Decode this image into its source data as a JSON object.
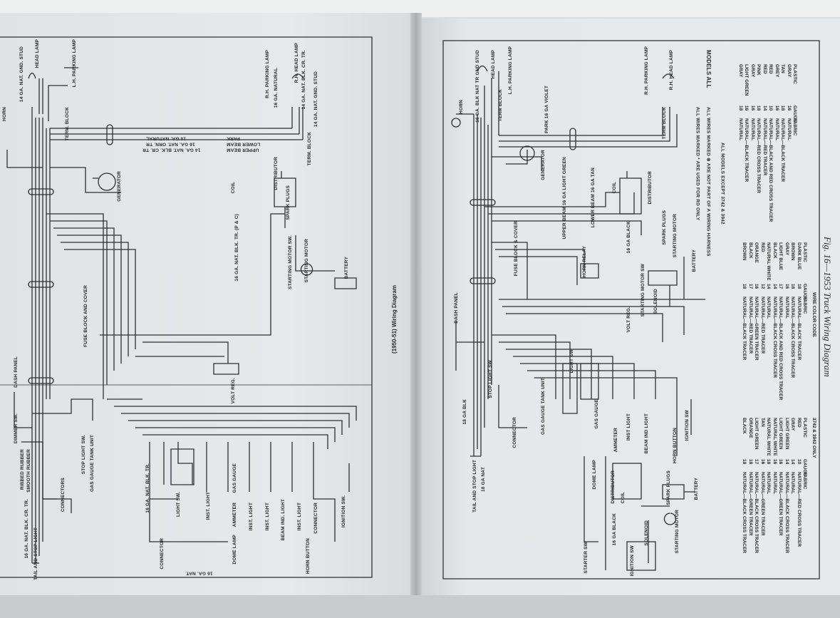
{
  "left_page": {
    "caption": "(1950-51) Wiring Diagram",
    "labels": [
      "HORN",
      "14 GA. NAT. GND. STUD",
      "HEAD LAMP",
      "L.H. PARKING LAMP",
      "TERM. BLOCK",
      "PARK",
      "14 GA. NATURAL",
      "LOWER BEAM",
      "16 GA. NAT. ORN. TR",
      "UPPER BEAM",
      "14 GA. NAT. BLK. CR. TR",
      "R.H. PARKING LAMP",
      "16 GA. NATURAL",
      "R.H. HEAD LAMP",
      "14 GA. NAT. BLK. CR. TR.",
      "14 GA. NAT. GND. STUD",
      "TERM. BLOCK",
      "GENERATOR",
      "DISTRIBUTOR",
      "COIL",
      "SPARK PLUGS",
      "16 GA. NAT. BLK. TR. (P & C)",
      "STARTING MOTOR SW.",
      "STARTING MOTOR",
      "BATTERY",
      "FUSE BLOCK AND COVER",
      "VOLT REG.",
      "DASH PANEL",
      "DIMMER SW.",
      "RIBBED RUBBER",
      "SMOOTH RUBBER",
      "CONNECTORS",
      "16 GA. NAT. BLK. CR. TR.",
      "TAIL AND STOP LIGHT",
      "STOP LIGHT SW.",
      "GAS GAUGE TANK UNIT",
      "16 GA. NAT. BLK. TR.",
      "LIGHT SW.",
      "INST. LIGHT",
      "GAS GAUGE",
      "AMMETER",
      "DOME LAMP",
      "INST. LIGHT",
      "INST. LIGHT",
      "BEAM IND. LIGHT",
      "INST. LIGHT",
      "CONNECTOR",
      "IGNITION SW.",
      "HORN BUTTON",
      "CONNECTOR",
      "16 GA. NAT."
    ]
  },
  "right_page": {
    "caption": "Fig. 16—1953 Truck Wiring Diagram",
    "labels": [
      "HORN",
      "16 GA. BLK NAT TR GND STUD",
      "HEAD LAMP",
      "L.H. PARKING LAMP",
      "TERM BLOCK",
      "PARK 16 GA VIOLET",
      "R.H. PARKING LAMP",
      "R.H. HEAD LAMP",
      "TERM BLOCK",
      "GENERATOR",
      "UPPER BEAM 16 GA LIGHT GREEN",
      "LOWER BEAM 16 GA TAN",
      "DISTRIBUTOR",
      "COIL",
      "SPARK PLUGS",
      "16 GA BLACK",
      "STARTING MOTOR",
      "BATTERY",
      "STARTING MOTOR SW",
      "SOLENOID",
      "FUSE BLOCK & COVER",
      "HORN RELAY",
      "VOLT REG.",
      "DASH PANEL",
      "TAIL AND STOP LIGHT",
      "18 GA NAT",
      "CONNECTOR",
      "STOP LIGHT SW",
      "GAS GAUGE TANK UNIT",
      "LIGHT SW",
      "GAS GAUGE",
      "AMMETER",
      "INST LIGHT",
      "DOME LAMP",
      "BEAM IND LIGHT",
      "HORN BUTTON",
      "IGNITION SW",
      "DISTRIBUTOR",
      "COIL",
      "SPARK PLUGS",
      "STARTING MOTOR",
      "BATTERY",
      "SOLENOID",
      "STARTER SW",
      "IGNITION SW",
      "16 GA BLACK",
      "18 GA BLK"
    ],
    "models": "MODELS ALL",
    "notes": [
      "ALL WIRES MARKED * ARE USED FOR RD ONLY",
      "ALL WIRES MARKED ⊗ ARE NOT PART OF A WIRING HARNESS",
      "ALL MODELS EXCEPT 3742 & 3942"
    ],
    "table_all_models": {
      "headers": [
        "PLASTIC",
        "GAUGE",
        "FABRIC"
      ],
      "rows": [
        [
          "GRAY",
          "16",
          "NATURAL"
        ],
        [
          "TAN",
          "18",
          "NATURAL—BLACK TRACER"
        ],
        [
          "GREY",
          "16",
          "NATURAL"
        ],
        [
          "RED",
          "10",
          "NATURAL—BLACK AND RED CROSS TRACER"
        ],
        [
          "RED",
          "14",
          "NATURAL—RED TRACER"
        ],
        [
          "PINK",
          "18",
          "NATURAL—RED CROSS TRACER"
        ],
        [
          "GRAY",
          "16",
          "NATURAL"
        ],
        [
          "LIGHT GREEN",
          "16",
          "NATURAL—BLACK TRACER"
        ],
        [
          "GRAY",
          "18",
          "NATURAL"
        ]
      ]
    },
    "wire_color_code": {
      "title": "WIRE COLOR CODE",
      "headers": [
        "PLASTIC",
        "GAUGE",
        "FABRIC"
      ],
      "rows": [
        [
          "DARK BLUE",
          "18",
          "NATURAL—BLACK TRACER"
        ],
        [
          "BROWN",
          "18",
          "NATURAL—BLACK CROSS TRACER"
        ],
        [
          "GRAY",
          "16",
          "NATURAL"
        ],
        [
          "LIGHT BLUE",
          "17",
          "NATURAL—BLACK AND RED CROSS TRACER"
        ],
        [
          "BLACK",
          "14",
          "NATURAL—BLACK CROSS TRACER"
        ],
        [
          "NATURAL WHITE",
          "14",
          "NATURAL"
        ],
        [
          "RED",
          "12",
          "NATURAL—RED TRACER"
        ],
        [
          "ORANGE",
          "16",
          "NATURAL—GREEN TRACER"
        ],
        [
          "BLACK",
          "17",
          "NATURAL—RED TRACER"
        ],
        [
          "BROWN",
          "18",
          "NATURAL—BLACK TRACER"
        ]
      ]
    },
    "table_3742": {
      "title": "3742 & 3942 ONLY",
      "headers": [
        "PLASTIC",
        "GAUGE",
        "FABRIC"
      ],
      "rows": [
        [
          "RED",
          "10",
          "NATURAL—RED CROSS TRACER"
        ],
        [
          "GRAY",
          "14",
          "NATURAL"
        ],
        [
          "LIGHT GREEN",
          "14",
          "NATURAL—BLACK CROSS TRACER"
        ],
        [
          "LIGHT GREEN",
          "16",
          "NATURAL—GREEN TRACER"
        ],
        [
          "NATURAL WHITE",
          "16",
          "NATURAL"
        ],
        [
          "NATURAL WHITE",
          "18",
          "NATURAL"
        ],
        [
          "TAN",
          "16",
          "NATURAL—GREEN TRACER"
        ],
        [
          "LIGHT GREEN",
          "17",
          "NATURAL—BLACK CROSS TRACER"
        ],
        [
          "ORANGE",
          "18",
          "NATURAL—GREEN TRACER"
        ],
        [
          "BLACK",
          "18",
          "NATURAL—BLACK CROSS TRACER"
        ]
      ]
    }
  }
}
